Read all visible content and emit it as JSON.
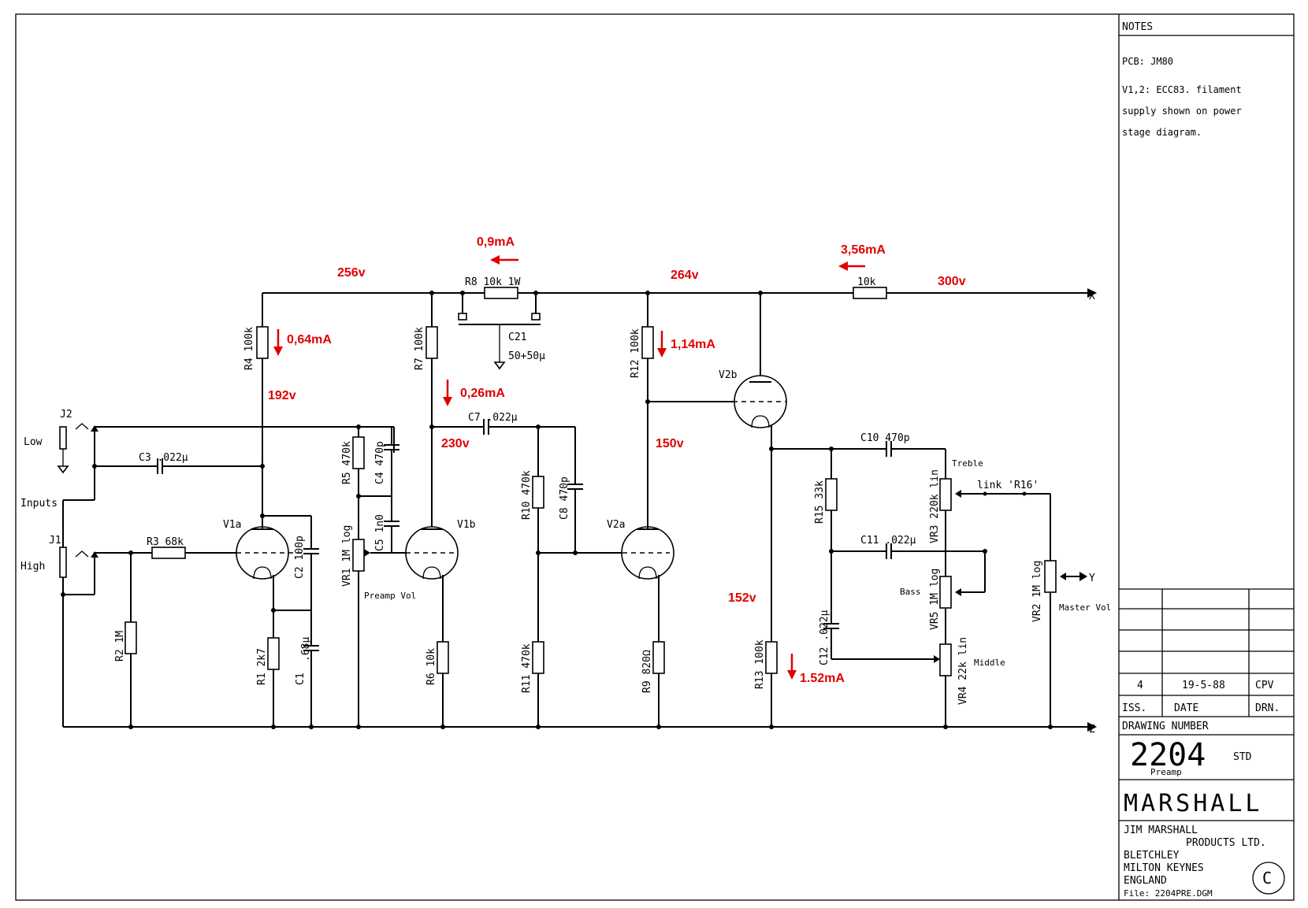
{
  "title_block": {
    "notes_header": "NOTES",
    "notes_lines": [
      "PCB: JM80",
      "V1,2: ECC83. filament",
      "supply shown on power",
      "stage diagram."
    ],
    "issue": "4",
    "date": "19-5-88",
    "drawn": "CPV",
    "iss_label": "ISS.",
    "date_label": "DATE",
    "drn_label": "DRN.",
    "drawing_number_label": "DRAWING NUMBER",
    "drawing_number": "2204",
    "drawing_suffix": "STD",
    "drawing_sub": "Preamp",
    "brand": "MARSHALL",
    "company_lines": [
      "JIM MARSHALL",
      "PRODUCTS LTD.",
      "BLETCHLEY",
      "MILTON KEYNES",
      "ENGLAND"
    ],
    "file": "File: 2204PRE.DGM",
    "copyright": "C"
  },
  "annotations": {
    "v256": "256v",
    "v264": "264v",
    "v300": "300v",
    "v192": "192v",
    "v230": "230v",
    "v150": "150v",
    "v152": "152v",
    "i09": "0,9mA",
    "i356": "3,56mA",
    "i064": "0,64mA",
    "i026": "0,26mA",
    "i114": "1,14mA",
    "i152": "1.52mA"
  },
  "components": {
    "r8": "R8 10k 1W",
    "c21": "C21",
    "c21v": "50+50µ",
    "r10k": "10k",
    "r4": "R4 100k",
    "r7": "R7 100k",
    "r12": "R12 100k",
    "j2": "J2",
    "low": "Low",
    "inputs": "Inputs",
    "j1": "J1",
    "high": "High",
    "c3": "C3 .022µ",
    "r3": "R3 68k",
    "r2": "R2 1M",
    "v1a": "V1a",
    "c2": "C2 100p",
    "r1": "R1 2k7",
    "c1": ".68µ",
    "c1n": "C1",
    "r5": "R5 470k",
    "c4": "C4 470p",
    "c5": "C5 1n0",
    "vr1": "VR1 1M log",
    "preamp_vol": "Preamp Vol",
    "v1b": "V1b",
    "r6": "R6 10k",
    "c7": "C7 .022µ",
    "r10": "R10 470k",
    "c8": "C8 470p",
    "r11": "R11 470k",
    "v2a": "V2a",
    "r9": "R9 820Ω",
    "v2b": "V2b",
    "r13": "R13 100k",
    "c10": "C10 470p",
    "r15": "R15 33k",
    "c11": "C11 .022µ",
    "c12": "C12 .022µ",
    "treble": "Treble",
    "vr3": "VR3 220k lin",
    "link": "link 'R16'",
    "bass": "Bass",
    "vr5": "VR5 1M log",
    "middle": "Middle",
    "vr4": "VR4 22k lin",
    "vr2": "VR2 1M log",
    "master_vol": "Master Vol",
    "x": "X",
    "y": "Y",
    "z": "Z"
  }
}
